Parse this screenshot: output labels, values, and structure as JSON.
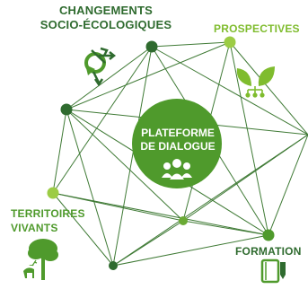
{
  "title": {
    "line1": "CHANGEMENTS",
    "line2": "SOCIO-ÉCOLOGIQUES"
  },
  "labels": {
    "prospectives": "PROSPECTIVES",
    "territoires_line1": "TERRITOIRES",
    "territoires_line2": "VIVANTS",
    "formation": "FORMATION"
  },
  "center": {
    "line1": "PLATEFORME",
    "line2": "DE DIALOGUE"
  },
  "colors": {
    "dark_green": "#2f6b2f",
    "mid_green": "#4f9a2c",
    "light_green": "#7fbc2e",
    "line": "#3f7a35",
    "white": "#ffffff"
  },
  "icons": {
    "changements": "growth-arrows-icon",
    "prospectives": "circuit-leaf-icon",
    "territoires": "tree-deer-icon",
    "formation": "notebook-icon",
    "center": "people-group-icon"
  }
}
